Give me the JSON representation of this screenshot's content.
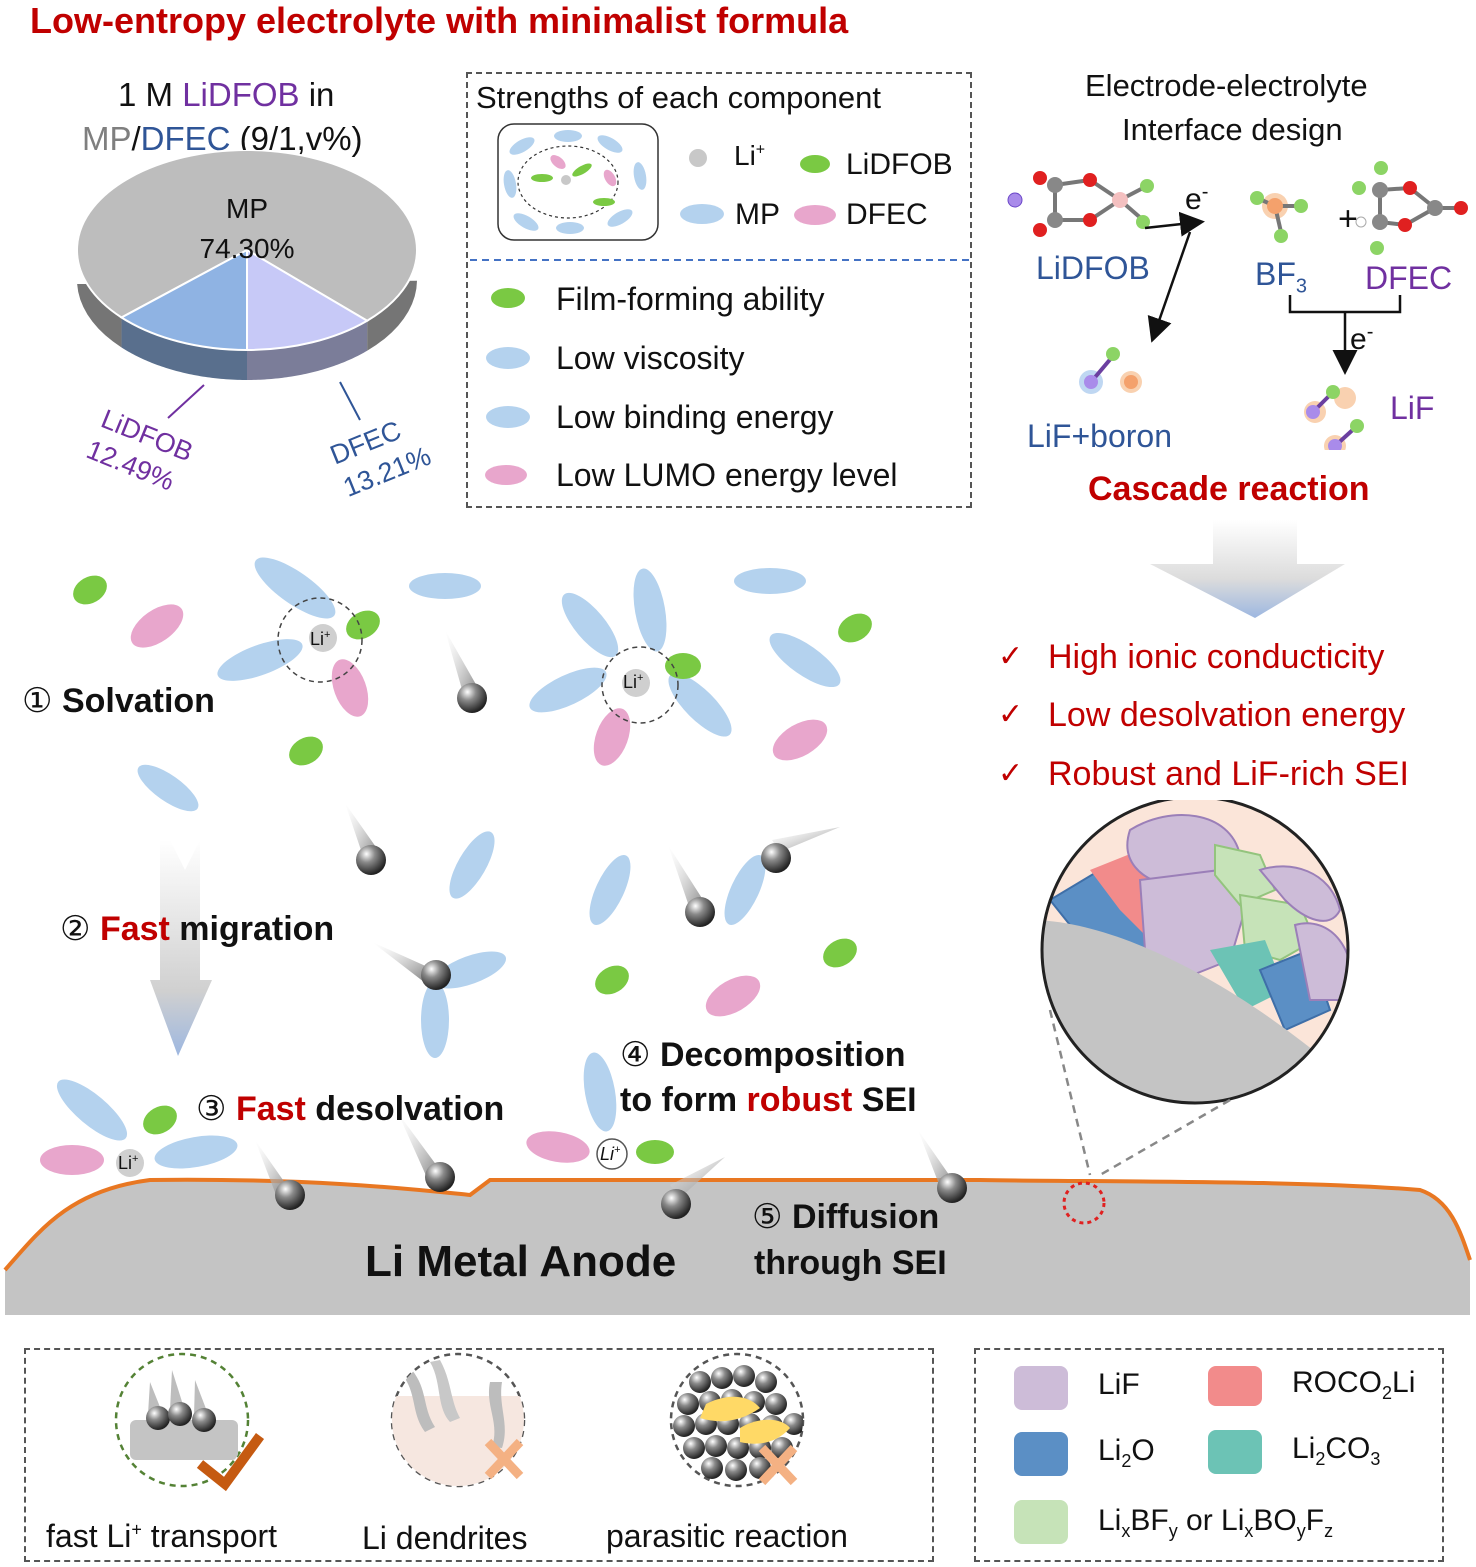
{
  "title": "Low-entropy electrolyte with minimalist formula",
  "formula": {
    "line1_prefix": "1 M ",
    "line1_salt": "LiDFOB",
    "line1_suffix": " in",
    "line2_mp": "MP",
    "line2_slash": "/",
    "line2_dfec": "DFEC",
    "line2_ratio": " (9/1,v%)"
  },
  "chart_data": {
    "type": "pie",
    "labels": [
      "MP",
      "LiDFOB",
      "DFEC"
    ],
    "values": [
      74.3,
      12.49,
      13.21
    ],
    "value_labels": [
      "74.30%",
      "12.49%",
      "13.21%"
    ],
    "colors": [
      "#bdbdbd",
      "#c7c9f7",
      "#8fb3e3"
    ]
  },
  "strengths": {
    "title": "Strengths of each component",
    "legend": {
      "li": "Li",
      "li_sup": "+",
      "lidfob": "LiDFOB",
      "mp": "MP",
      "dfec": "DFEC"
    },
    "items": [
      "Film-forming ability",
      "Low viscosity",
      "Low binding energy",
      "Low LUMO energy level"
    ]
  },
  "interface": {
    "title_line1": "Electrode-electrolyte",
    "title_line2": "Interface design",
    "lidfob": "LiDFOB",
    "bf3_base": "BF",
    "bf3_sub": "3",
    "plus": "+",
    "dfec": "DFEC",
    "electron": "e",
    "electron_sup": "-",
    "lif_boron": "LiF+boron",
    "lif": "LiF",
    "cascade": "Cascade reaction"
  },
  "benefits": {
    "check": "✓",
    "items": [
      "High ionic conducticity",
      "Low desolvation energy",
      "Robust and  LiF-rich SEI"
    ]
  },
  "steps": {
    "s1_num": "①",
    "s1": "Solvation",
    "s2_num": "②",
    "s2_red": "Fast",
    "s2": " migration",
    "s3_num": "③",
    "s3_red": "Fast",
    "s3": " desolvation",
    "s4_num": "④",
    "s4_line1": "Decomposition",
    "s4_line2_a": "to form ",
    "s4_line2_red": "robust",
    "s4_line2_b": " SEI",
    "s5_num": "⑤",
    "s5_line1": "Diffusion",
    "s5_line2": "through SEI"
  },
  "li_ion": {
    "base": "Li",
    "sup": "+"
  },
  "anode": "Li Metal Anode",
  "bottom_panel": {
    "fast_prefix": "fast Li",
    "fast_sup": "+",
    "fast_suffix": " transport",
    "dendrites": "Li dendrites",
    "parasitic": "parasitic reaction"
  },
  "sei_legend": {
    "lif": "LiF",
    "roco2li_a": "ROCO",
    "roco2li_sub": "2",
    "roco2li_b": "Li",
    "li2o_a": "Li",
    "li2o_sub": "2",
    "li2o_b": "O",
    "li2co3_a": "Li",
    "li2co3_sub": "2",
    "li2co3_b": "CO",
    "li2co3_sub2": "3",
    "libf_1": "Li",
    "libf_x": "x",
    "libf_2": "BF",
    "libf_y": "y",
    "libf_or": " or Li",
    "libf_x2": "x",
    "libf_3": "BO",
    "libf_y2": "y",
    "libf_4": "F",
    "libf_z": "z",
    "colors": {
      "lif": "#cdbcd8",
      "roco2li": "#f28b8b",
      "li2o": "#5b8fc5",
      "li2co3": "#6cc3b5",
      "libf": "#c6e3b8"
    }
  },
  "colors": {
    "red": "#c00000",
    "purple": "#7030a0",
    "blue": "#2f5597",
    "gray": "#7f7f7f",
    "mp_blue": "#b4d2ee",
    "lidfob_green": "#7ac943",
    "dfec_pink": "#e8a6cc",
    "anode_gray": "#c4c4c4",
    "sei_orange": "#e87722"
  }
}
